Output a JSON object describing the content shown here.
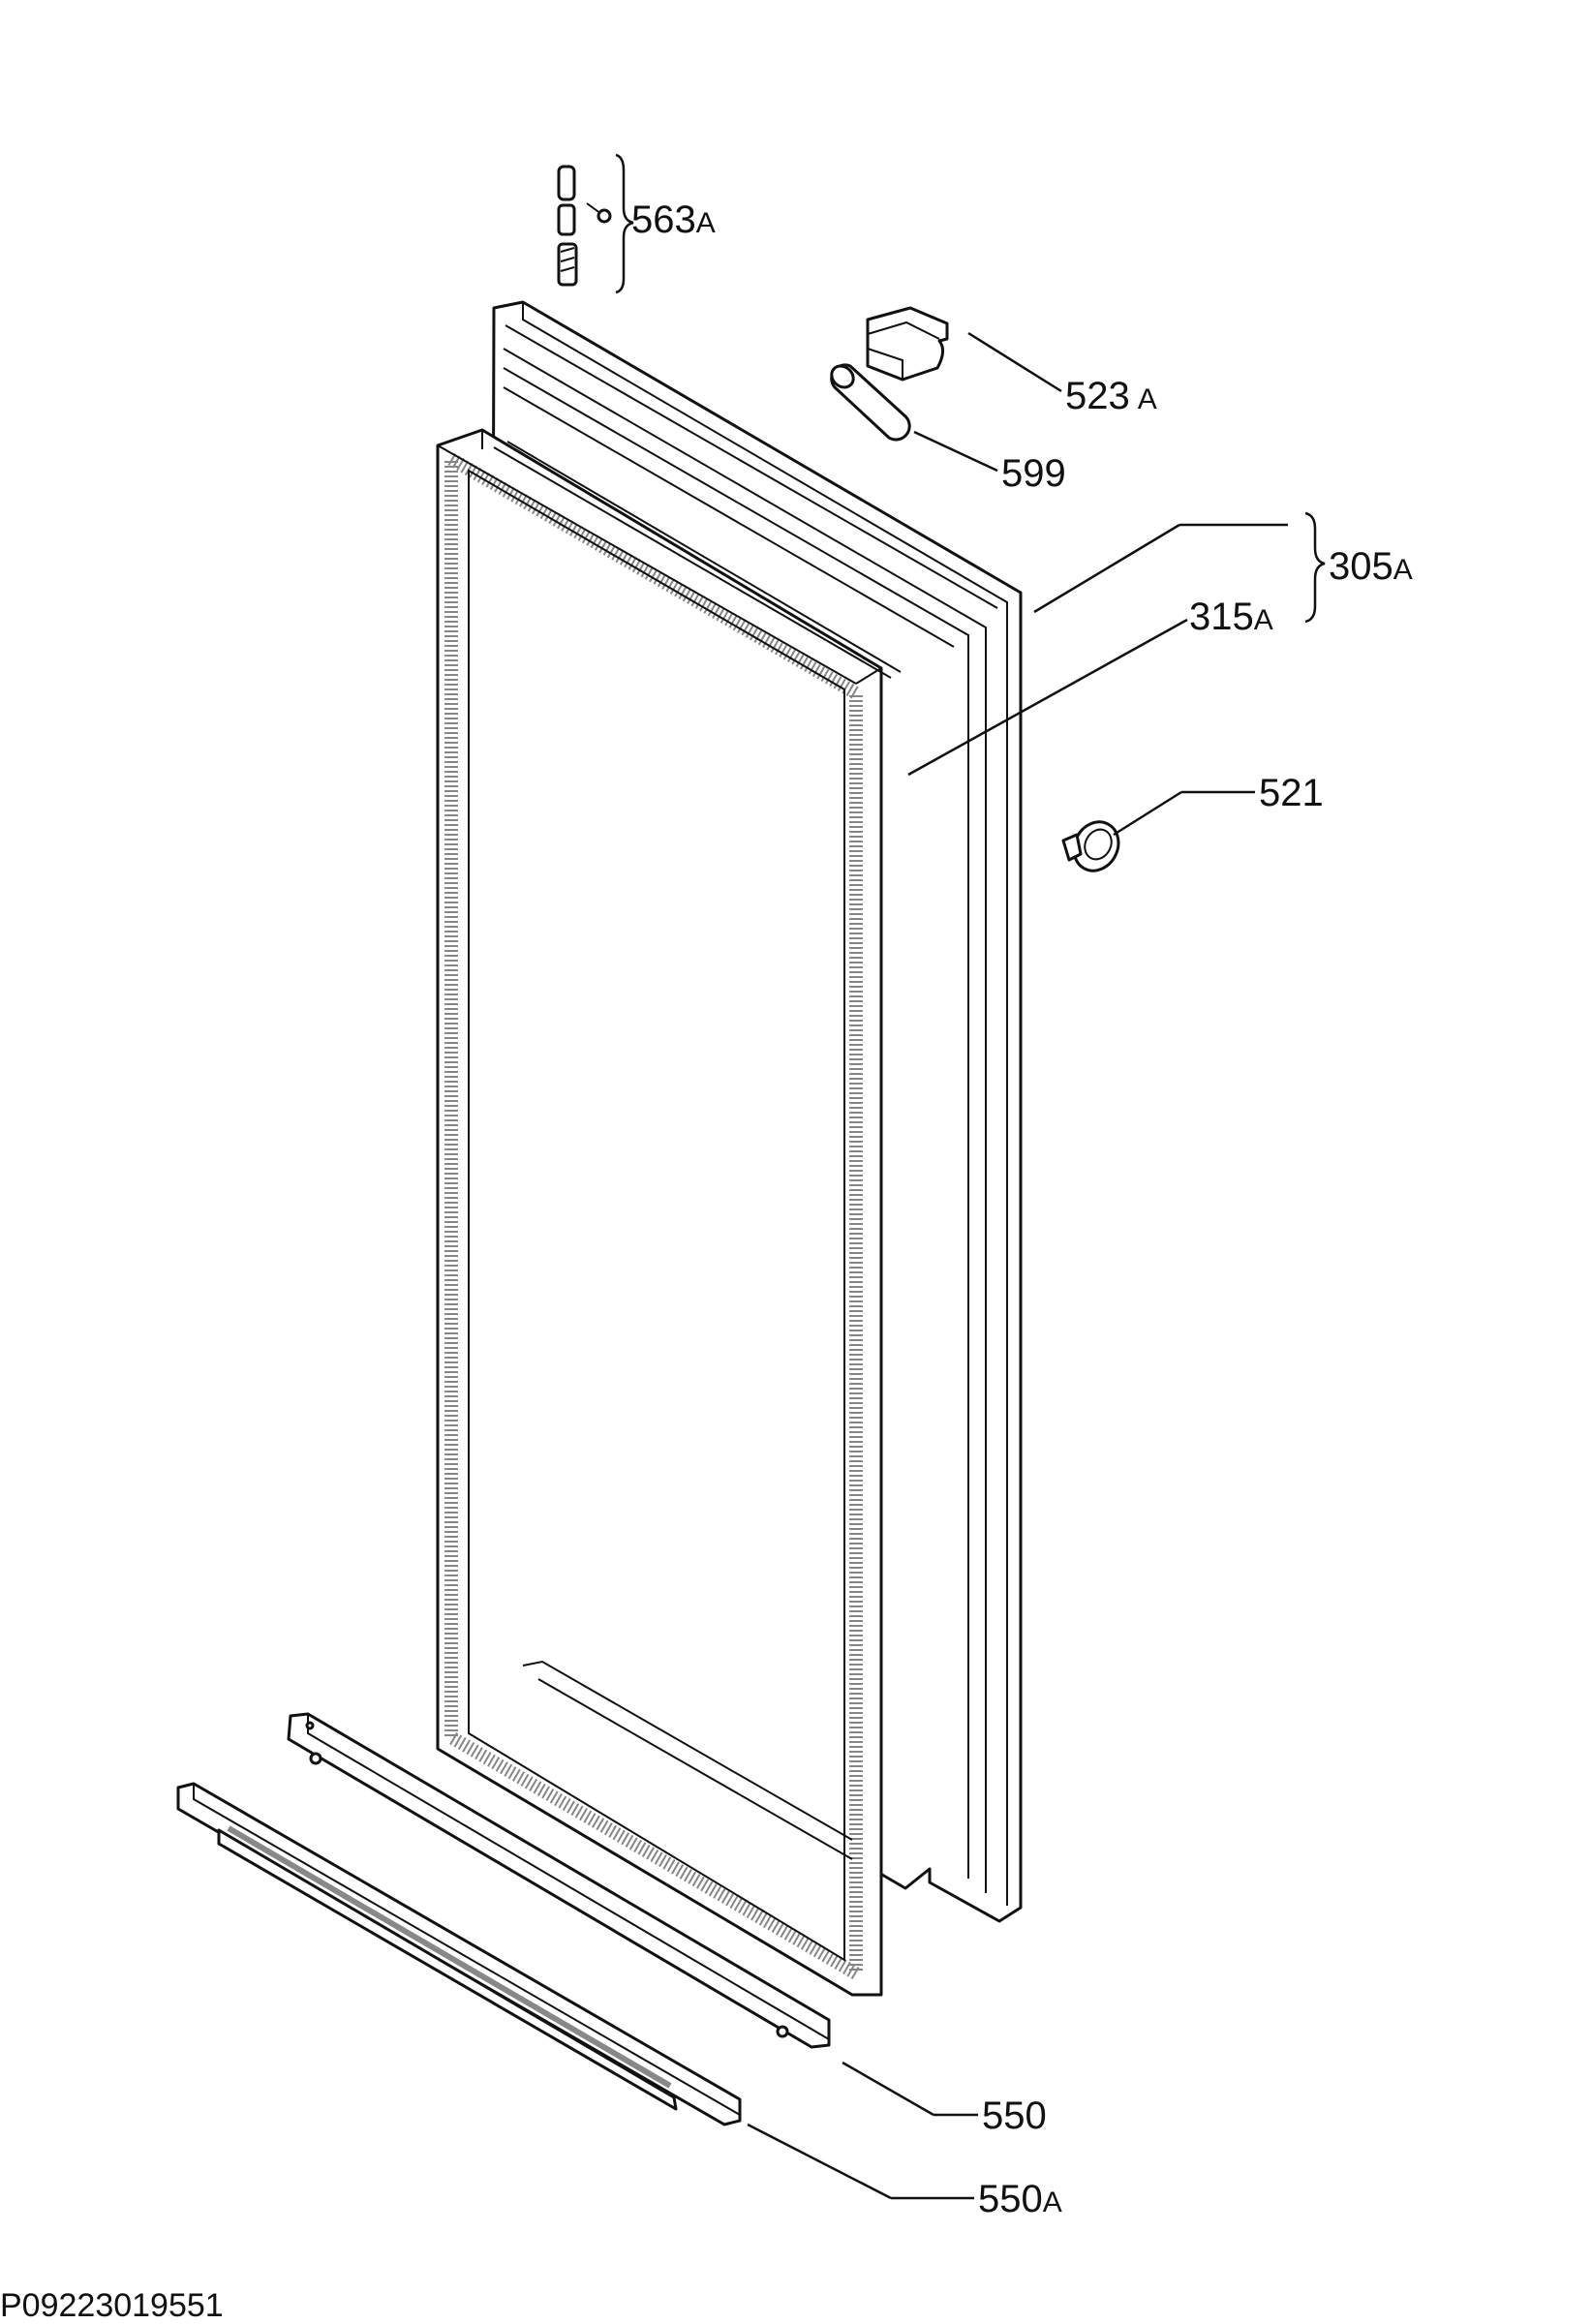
{
  "labels": {
    "hinge_kit": "563",
    "hinge_kit_suffix": "A",
    "hinge_cover": "523",
    "hinge_cover_suffix": "A",
    "pin": "599",
    "door_assembly": "305",
    "door_assembly_suffix": "A",
    "gasket": "315",
    "gasket_suffix": "A",
    "plug": "521",
    "rail": "550",
    "rail_alt": "550",
    "rail_alt_suffix": "A"
  },
  "reference_code": "P09223019551"
}
